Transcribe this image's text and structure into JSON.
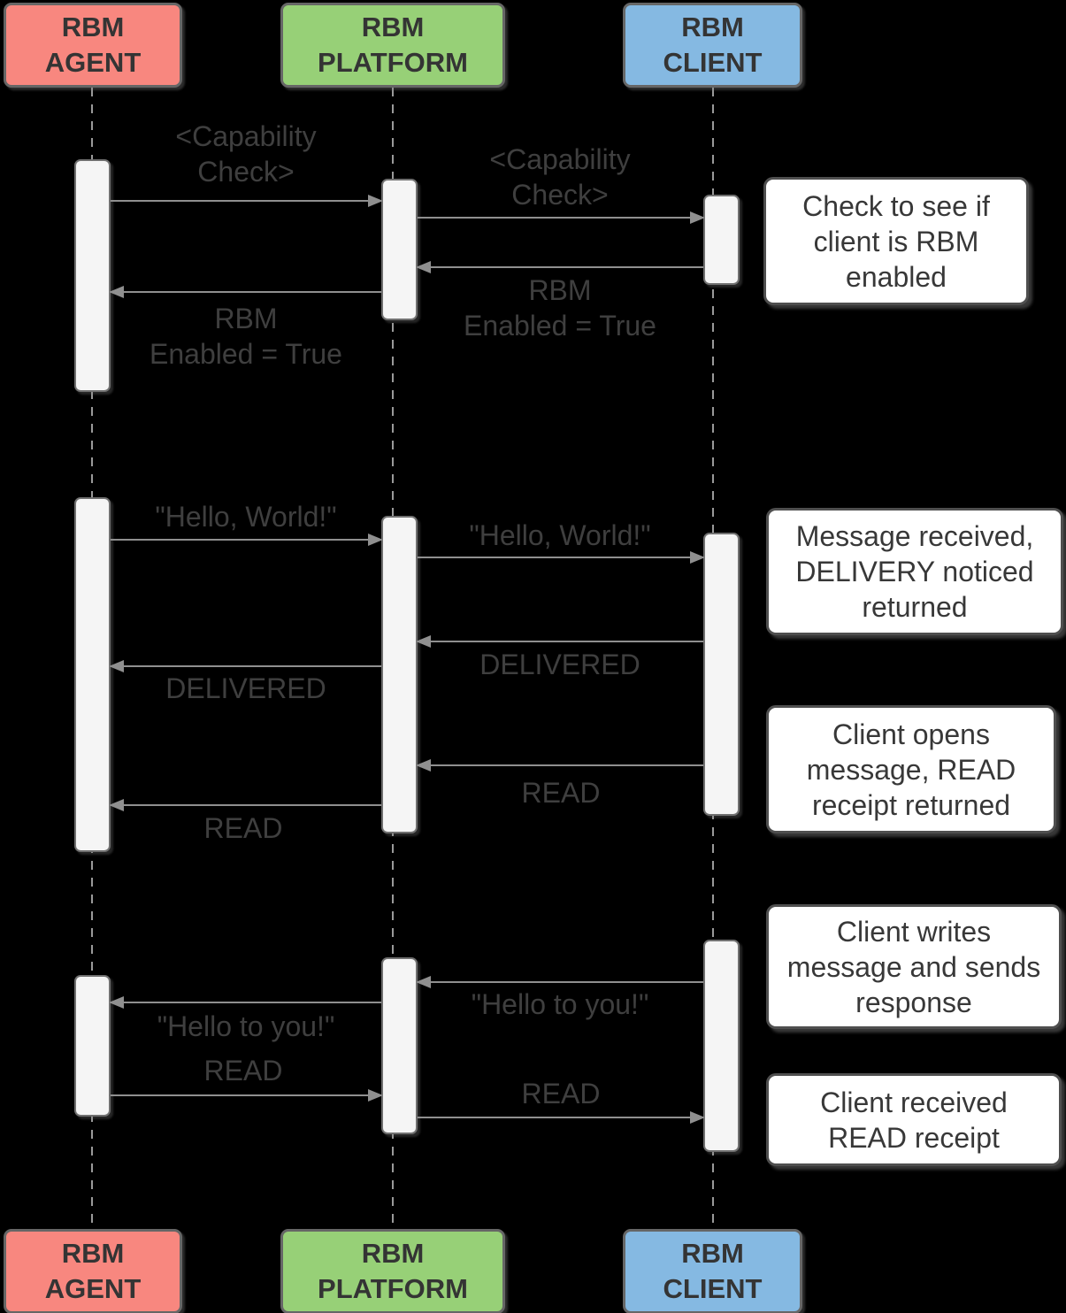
{
  "actors": [
    {
      "id": "agent",
      "label": "RBM\nAGENT",
      "fill": "#f8877f"
    },
    {
      "id": "platform",
      "label": "RBM\nPLATFORM",
      "fill": "#97d077"
    },
    {
      "id": "client",
      "label": "RBM\nCLIENT",
      "fill": "#85b9e2"
    }
  ],
  "messages": [
    {
      "label": "<Capability\nCheck>",
      "from": "agent",
      "to": "platform"
    },
    {
      "label": "<Capability\nCheck>",
      "from": "platform",
      "to": "client"
    },
    {
      "label": "RBM\nEnabled = True",
      "from": "client",
      "to": "platform"
    },
    {
      "label": "RBM\nEnabled = True",
      "from": "platform",
      "to": "agent"
    },
    {
      "label": "\"Hello, World!\"",
      "from": "agent",
      "to": "platform"
    },
    {
      "label": "\"Hello, World!\"",
      "from": "platform",
      "to": "client"
    },
    {
      "label": "DELIVERED",
      "from": "client",
      "to": "platform"
    },
    {
      "label": "DELIVERED",
      "from": "platform",
      "to": "agent"
    },
    {
      "label": "READ",
      "from": "client",
      "to": "platform"
    },
    {
      "label": "READ",
      "from": "platform",
      "to": "agent"
    },
    {
      "label": "\"Hello to you!\"",
      "from": "client",
      "to": "platform"
    },
    {
      "label": "\"Hello to you!\"",
      "from": "platform",
      "to": "agent"
    },
    {
      "label": "READ",
      "from": "agent",
      "to": "platform"
    },
    {
      "label": "READ",
      "from": "platform",
      "to": "client"
    }
  ],
  "notes": [
    {
      "text": "Check to see if\nclient is RBM\nenabled"
    },
    {
      "text": "Message received,\nDELIVERY noticed\nreturned"
    },
    {
      "text": "Client opens\nmessage, READ\nreceipt returned"
    },
    {
      "text": "Client writes\nmessage and sends\nresponse"
    },
    {
      "text": "Client received\nREAD receipt"
    }
  ],
  "colors": {
    "background": "#000000",
    "agent_fill": "#f8877f",
    "platform_fill": "#97d077",
    "client_fill": "#85b9e2",
    "note_fill": "#ffffff",
    "activation_fill": "#f5f5f5",
    "box_border": "#666666",
    "arrow": "#8f8f8f",
    "label_text": "#3f3f3f",
    "note_text": "#383838",
    "header_text": "#343434"
  }
}
